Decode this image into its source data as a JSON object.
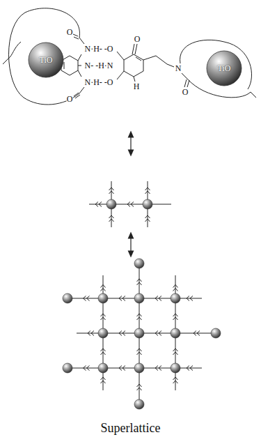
{
  "diagram": {
    "caption": "Superlattice",
    "nodes": [
      {
        "text": [
          "TiO"
        ]
      },
      {
        "text": [
          "TiO"
        ]
      }
    ],
    "labels": [
      "O",
      "N·H- -O",
      "N- -H·N",
      "N·H- -O",
      "O",
      "O",
      "N",
      "H",
      "O"
    ]
  }
}
